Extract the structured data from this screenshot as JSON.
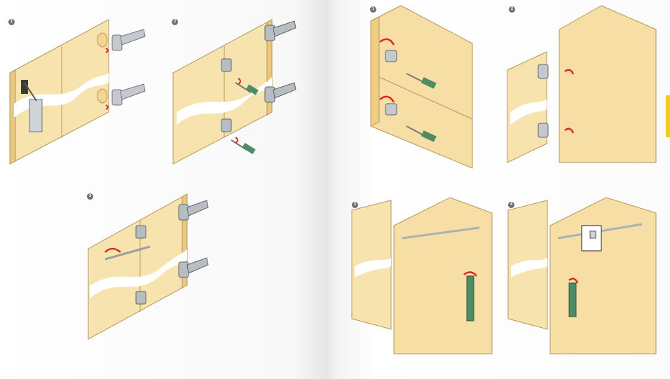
{
  "steps": {
    "left_top_1": "1",
    "left_top_2": "2",
    "left_bottom": "3",
    "right_top_1": "1",
    "right_top_2": "2",
    "right_bottom_3": "3",
    "right_bottom_4": "4"
  },
  "colors": {
    "wood": "#f7e3ad",
    "wood_edge": "#d9b66a",
    "metal": "#9aa0a6",
    "accent_arrow": "#e0271f",
    "screwdriver": "#4f8c63",
    "tab": "#f2cf1e"
  }
}
